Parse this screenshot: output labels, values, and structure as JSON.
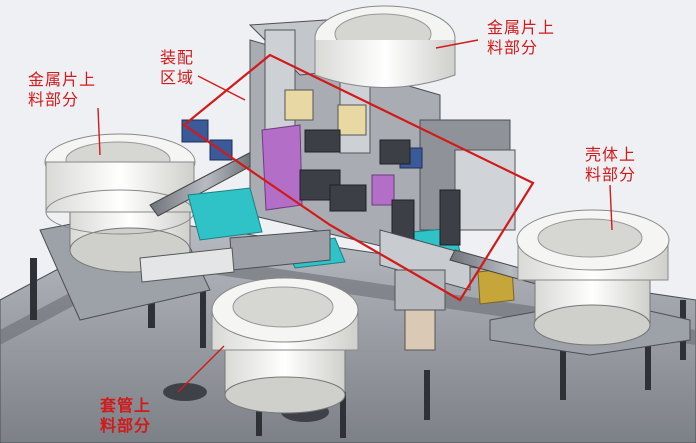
{
  "labels": {
    "top_right": {
      "line1": "金属片上",
      "line2": "料部分"
    },
    "assembly": {
      "line1": "装配",
      "line2": "区域"
    },
    "left": {
      "line1": "金属片上",
      "line2": "料部分"
    },
    "right": {
      "line1": "壳体上",
      "line2": "料部分"
    },
    "bottom": {
      "line1": "套管上",
      "line2": "料部分"
    }
  },
  "colors": {
    "annotation": "#d21a1a",
    "frame": "#8a8d93",
    "bowl": "#f2f2f0",
    "cyan_part": "#2fc3c8",
    "purple_part": "#b36fc8",
    "brass": "#c6a53a",
    "background": "#eef0f4"
  }
}
